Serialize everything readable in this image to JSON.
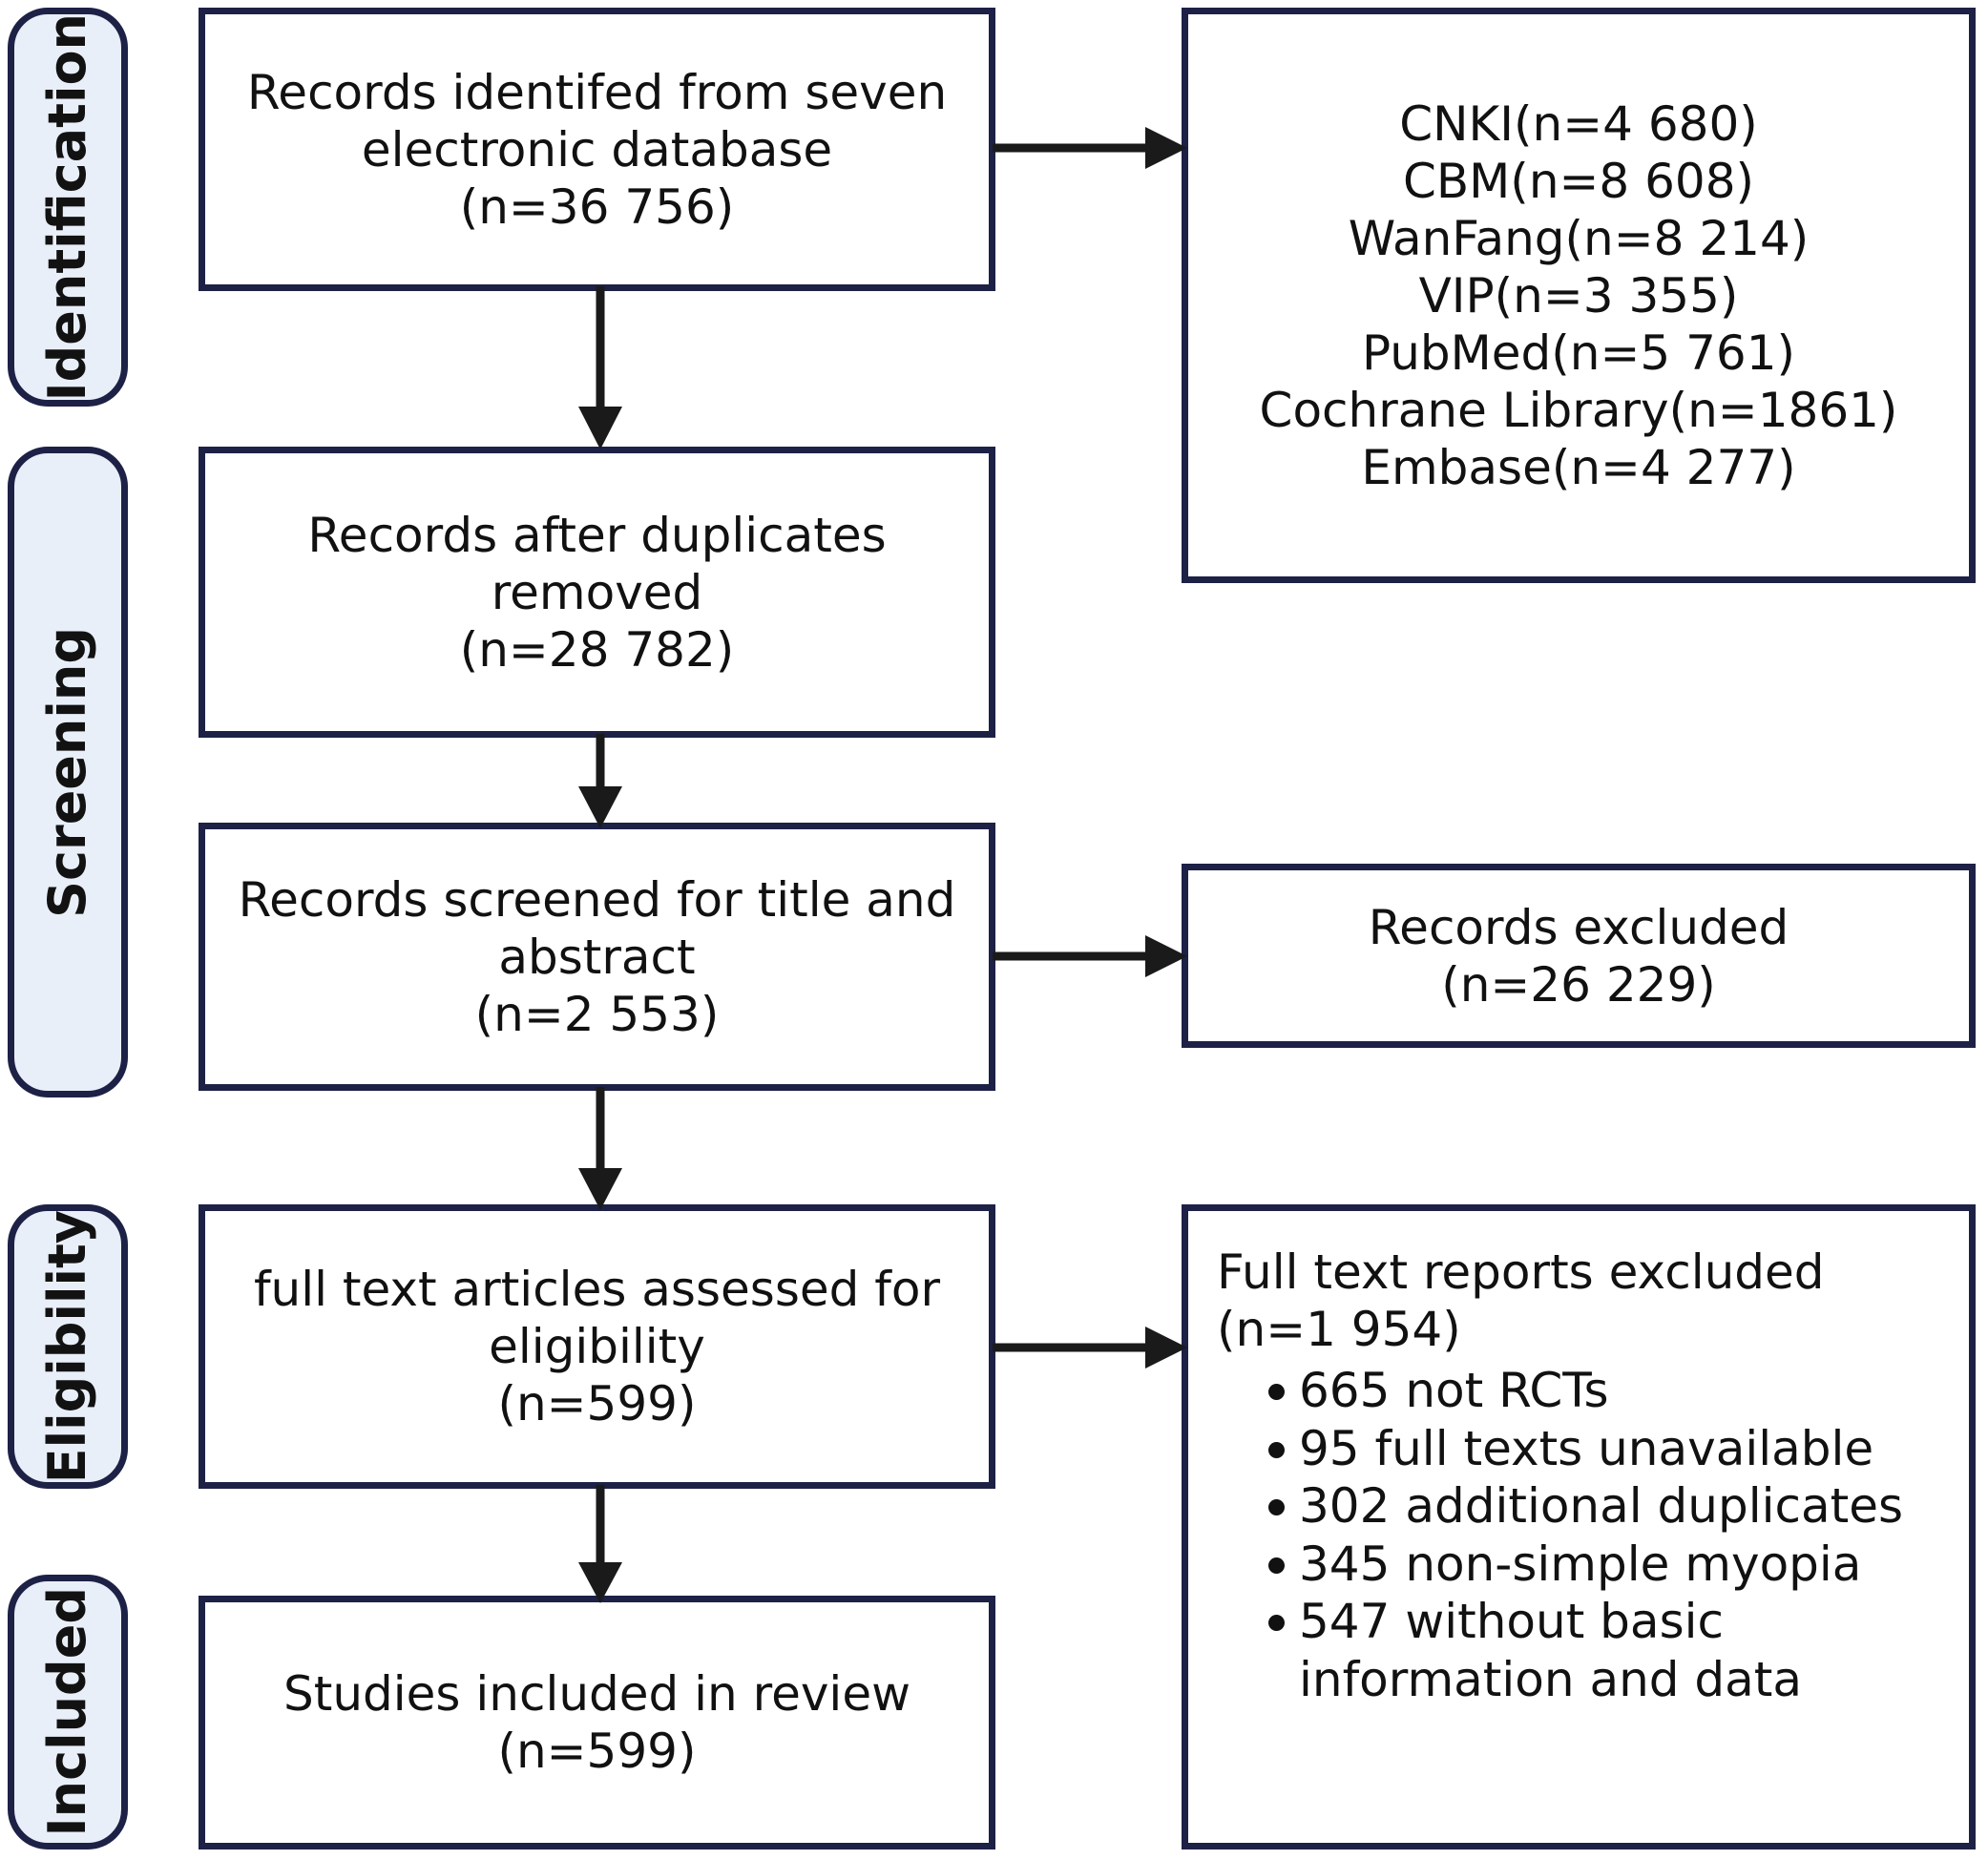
{
  "diagram": {
    "title": "PRISMA study selection flow diagram",
    "accent_border": "#1d2146",
    "pill_fill": "#e9eff9",
    "box_fill": "#ffffff"
  },
  "stages": [
    {
      "id": "identification",
      "label": "Identification"
    },
    {
      "id": "screening",
      "label": "Screening"
    },
    {
      "id": "eligibility",
      "label": "Eligibility"
    },
    {
      "id": "included",
      "label": "Included"
    }
  ],
  "boxes": {
    "records_identified": {
      "line1": "Records identifed from seven",
      "line2": "electronic database",
      "line3": "(n=36 756)"
    },
    "records_after_duplicates": {
      "line1": "Records after duplicates",
      "line2": "removed",
      "line3": "(n=28 782)"
    },
    "records_screened": {
      "line1": "Records screened for title and",
      "line2": "abstract",
      "line3": "(n=2 553)"
    },
    "full_text_assessed": {
      "line1": "full text articles assessed for",
      "line2": "eligibility",
      "line3": "(n=599)"
    },
    "studies_included": {
      "line1": "Studies included in review",
      "line2": "(n=599)"
    },
    "databases": {
      "items": [
        "CNKI(n=4 680)",
        "CBM(n=8 608)",
        "WanFang(n=8 214)",
        "VIP(n=3 355)",
        "PubMed(n=5 761)",
        "Cochrane Library(n=1861)",
        "Embase(n=4 277)"
      ]
    },
    "records_excluded": {
      "line1": "Records excluded",
      "line2": "(n=26 229)"
    },
    "full_text_excluded": {
      "line1": "Full text reports excluded",
      "line2": "(n=1 954)",
      "reasons": [
        "665 not RCTs",
        "95 full texts unavailable",
        "302 additional duplicates",
        "345 non-simple myopia",
        "547 without basic information and data"
      ]
    }
  },
  "chart_data": {
    "type": "table",
    "title": "PRISMA study selection flow",
    "nodes": [
      {
        "stage": "Identification",
        "label": "Records identifed from seven electronic database",
        "n": 36756
      },
      {
        "stage": "Identification",
        "label": "CNKI",
        "n": 4680
      },
      {
        "stage": "Identification",
        "label": "CBM",
        "n": 8608
      },
      {
        "stage": "Identification",
        "label": "WanFang",
        "n": 8214
      },
      {
        "stage": "Identification",
        "label": "VIP",
        "n": 3355
      },
      {
        "stage": "Identification",
        "label": "PubMed",
        "n": 5761
      },
      {
        "stage": "Identification",
        "label": "Cochrane Library",
        "n": 1861
      },
      {
        "stage": "Identification",
        "label": "Embase",
        "n": 4277
      },
      {
        "stage": "Screening",
        "label": "Records after duplicates removed",
        "n": 28782
      },
      {
        "stage": "Screening",
        "label": "Records screened for title and abstract",
        "n": 2553
      },
      {
        "stage": "Screening",
        "label": "Records excluded",
        "n": 26229
      },
      {
        "stage": "Eligibility",
        "label": "full text articles assessed for eligibility",
        "n": 599
      },
      {
        "stage": "Eligibility",
        "label": "Full text reports excluded",
        "n": 1954
      },
      {
        "stage": "Eligibility",
        "label": "not RCTs",
        "n": 665
      },
      {
        "stage": "Eligibility",
        "label": "full texts unavailable",
        "n": 95
      },
      {
        "stage": "Eligibility",
        "label": "additional duplicates",
        "n": 302
      },
      {
        "stage": "Eligibility",
        "label": "non-simple myopia",
        "n": 345
      },
      {
        "stage": "Eligibility",
        "label": "without basic information and data",
        "n": 547
      },
      {
        "stage": "Included",
        "label": "Studies included in review",
        "n": 599
      }
    ]
  }
}
